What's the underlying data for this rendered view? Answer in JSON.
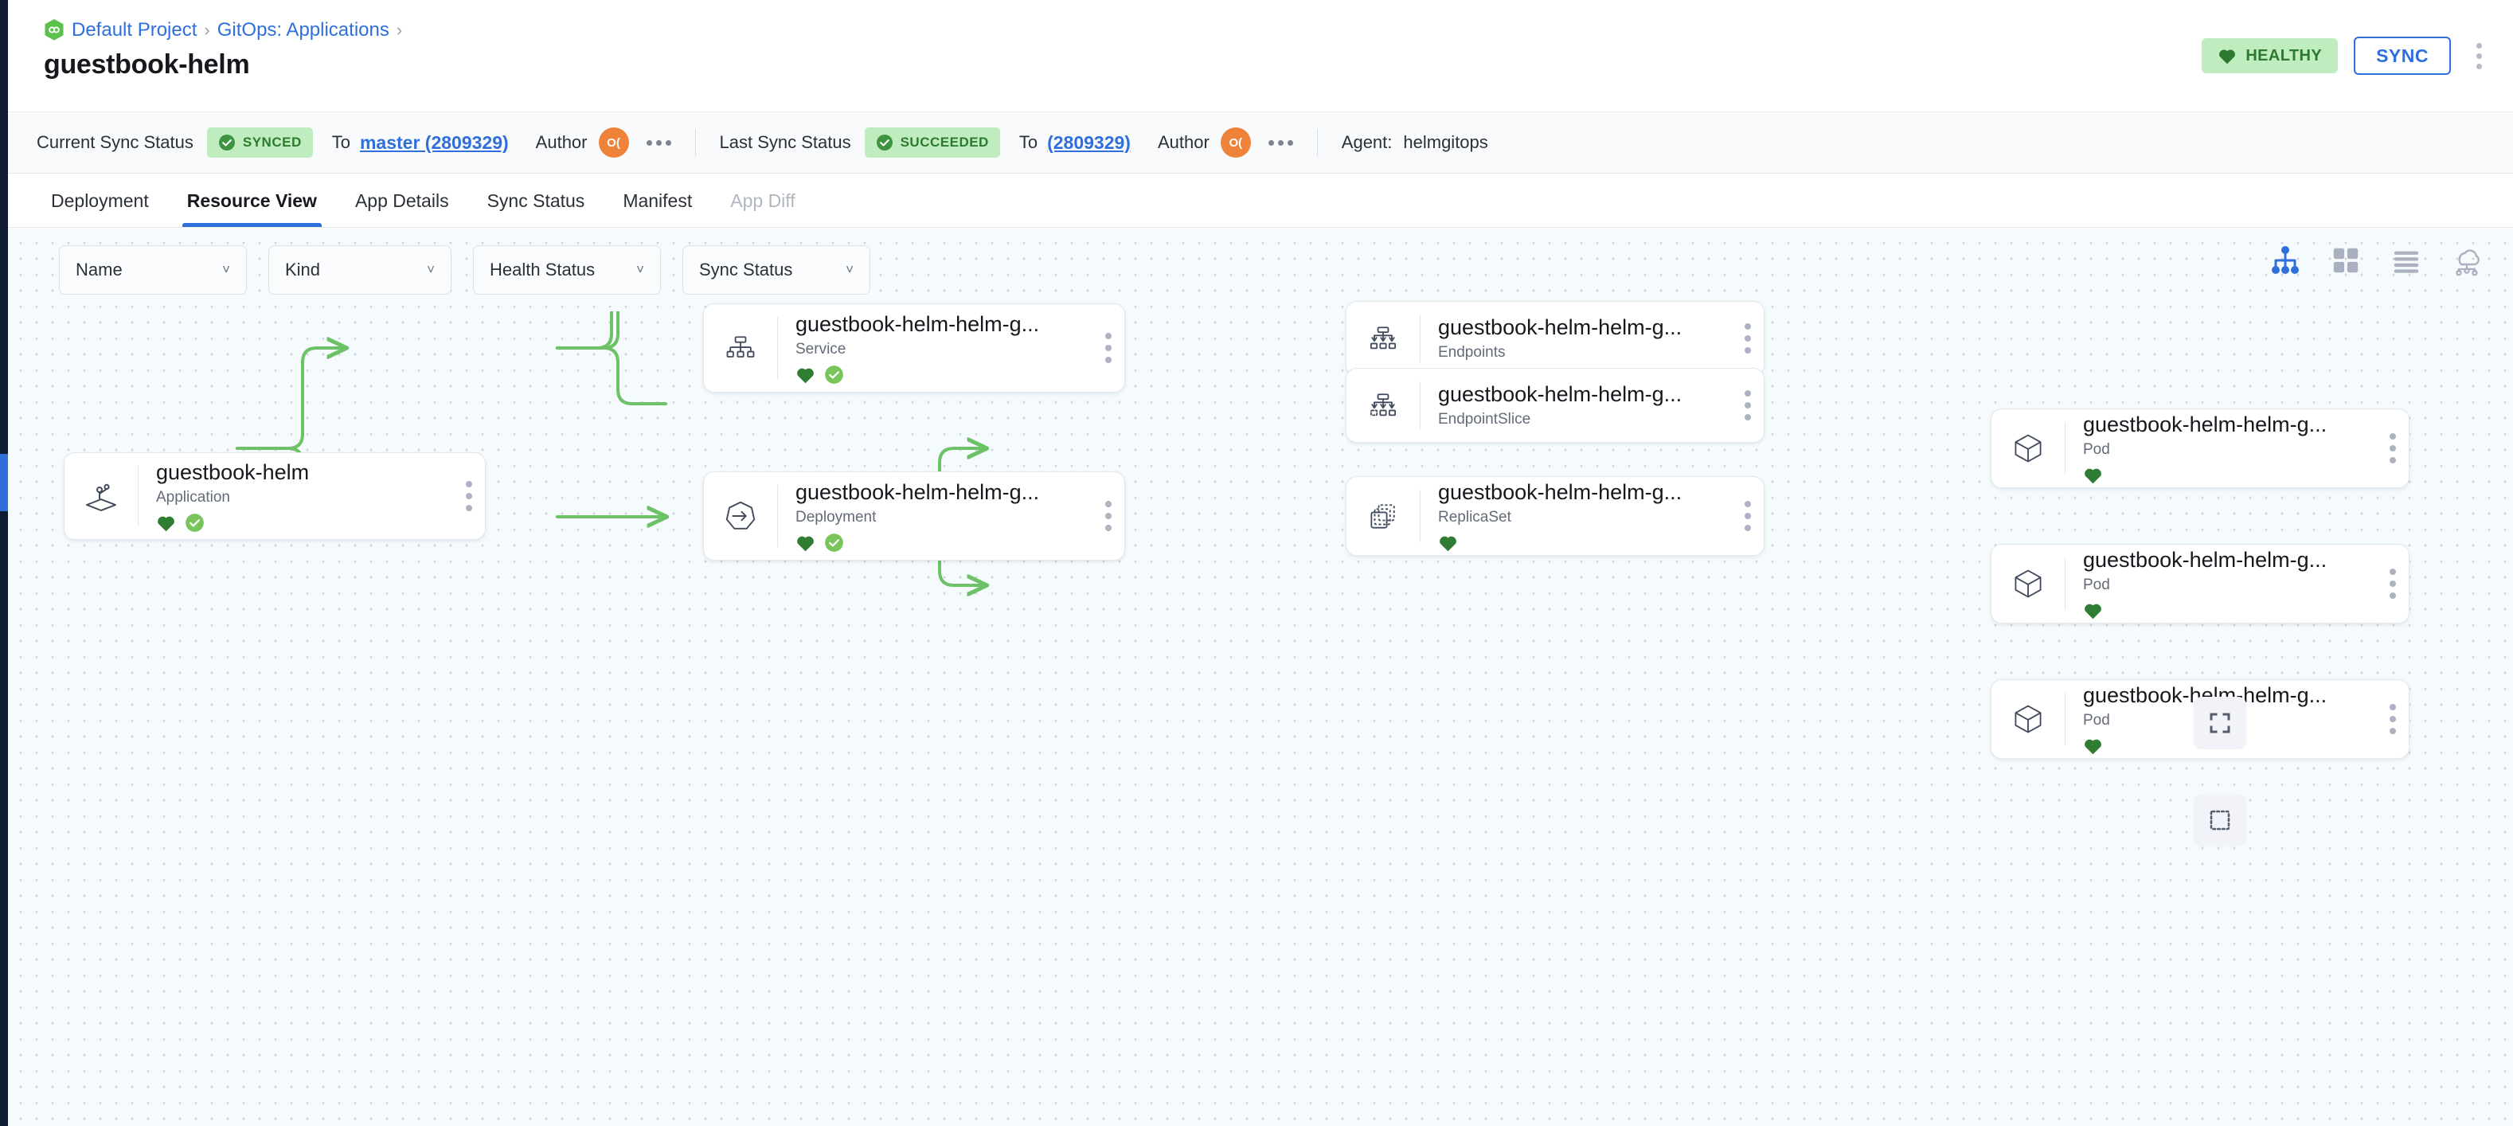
{
  "app": {
    "title": "guestbook-helm"
  },
  "breadcrumb": {
    "logo_icon": "project-logo-icon",
    "items": [
      {
        "label": "Default Project",
        "sep": "›"
      },
      {
        "label": "GitOps: Applications",
        "sep": "›"
      }
    ]
  },
  "header_actions": {
    "health_badge": {
      "label": "HEALTHY",
      "icon": "heart-icon",
      "bg": "#bfedc0",
      "fg": "#2c7a2f"
    },
    "sync_button": {
      "label": "SYNC",
      "accent": "#2f6fdb"
    },
    "overflow_icon": "kebab-vertical-icon"
  },
  "status_bar": {
    "current": {
      "label": "Current Sync Status",
      "chip": {
        "label": "SYNCED",
        "icon": "check-circle-icon",
        "bg": "#bfedc0",
        "fg": "#2c7a2f"
      },
      "to_label": "To",
      "revision": "master (2809329)",
      "author_label": "Author",
      "author_initials": "O(",
      "author_color": "#ef8239",
      "overflow_icon": "kebab-horizontal-icon"
    },
    "last": {
      "label": "Last Sync Status",
      "chip": {
        "label": "SUCCEEDED",
        "icon": "check-circle-icon",
        "bg": "#bfedc0",
        "fg": "#2c7a2f"
      },
      "to_label": "To",
      "revision": "(2809329)",
      "author_label": "Author",
      "author_initials": "O(",
      "author_color": "#ef8239",
      "overflow_icon": "kebab-horizontal-icon"
    },
    "agent": {
      "label": "Agent:",
      "value": "helmgitops"
    }
  },
  "tabs": [
    {
      "label": "Deployment",
      "state": "normal"
    },
    {
      "label": "Resource View",
      "state": "active"
    },
    {
      "label": "App Details",
      "state": "normal"
    },
    {
      "label": "Sync Status",
      "state": "normal"
    },
    {
      "label": "Manifest",
      "state": "normal"
    },
    {
      "label": "App Diff",
      "state": "disabled"
    }
  ],
  "filters": [
    {
      "label": "Name",
      "icon": "chevron-down-icon"
    },
    {
      "label": "Kind",
      "icon": "chevron-down-icon"
    },
    {
      "label": "Health Status",
      "icon": "chevron-down-icon"
    },
    {
      "label": "Sync Status",
      "icon": "chevron-down-icon"
    }
  ],
  "view_modes": [
    {
      "name": "tree-view-icon",
      "active": true,
      "color": "#2f6fdb"
    },
    {
      "name": "grid-view-icon",
      "active": false,
      "color": "#aab0bf"
    },
    {
      "name": "list-view-icon",
      "active": false,
      "color": "#aab0bf"
    },
    {
      "name": "network-view-icon",
      "active": false,
      "color": "#aab0bf"
    }
  ],
  "canvas_buttons": [
    {
      "name": "fit-view-icon"
    },
    {
      "name": "select-region-icon"
    }
  ],
  "graph": {
    "edge_color": "#6dc267",
    "nodes": [
      {
        "id": "app",
        "icon": "application-icon",
        "title": "guestbook-helm",
        "kind": "Application",
        "badges": [
          "heart",
          "check"
        ]
      },
      {
        "id": "svc",
        "icon": "service-icon",
        "title": "guestbook-helm-helm-g...",
        "kind": "Service",
        "badges": [
          "heart",
          "check"
        ]
      },
      {
        "id": "ep",
        "icon": "endpoints-icon",
        "title": "guestbook-helm-helm-g...",
        "kind": "Endpoints",
        "badges": []
      },
      {
        "id": "eps",
        "icon": "endpointslice-icon",
        "title": "guestbook-helm-helm-g...",
        "kind": "EndpointSlice",
        "badges": []
      },
      {
        "id": "deploy",
        "icon": "deployment-icon",
        "title": "guestbook-helm-helm-g...",
        "kind": "Deployment",
        "badges": [
          "heart",
          "check"
        ]
      },
      {
        "id": "rs",
        "icon": "replicaset-icon",
        "title": "guestbook-helm-helm-g...",
        "kind": "ReplicaSet",
        "badges": [
          "heart"
        ]
      },
      {
        "id": "pod1",
        "icon": "pod-icon",
        "title": "guestbook-helm-helm-g...",
        "kind": "Pod",
        "badges": [
          "heart"
        ]
      },
      {
        "id": "pod2",
        "icon": "pod-icon",
        "title": "guestbook-helm-helm-g...",
        "kind": "Pod",
        "badges": [
          "heart"
        ]
      },
      {
        "id": "pod3",
        "icon": "pod-icon",
        "title": "guestbook-helm-helm-g...",
        "kind": "Pod",
        "badges": [
          "heart"
        ]
      }
    ]
  }
}
